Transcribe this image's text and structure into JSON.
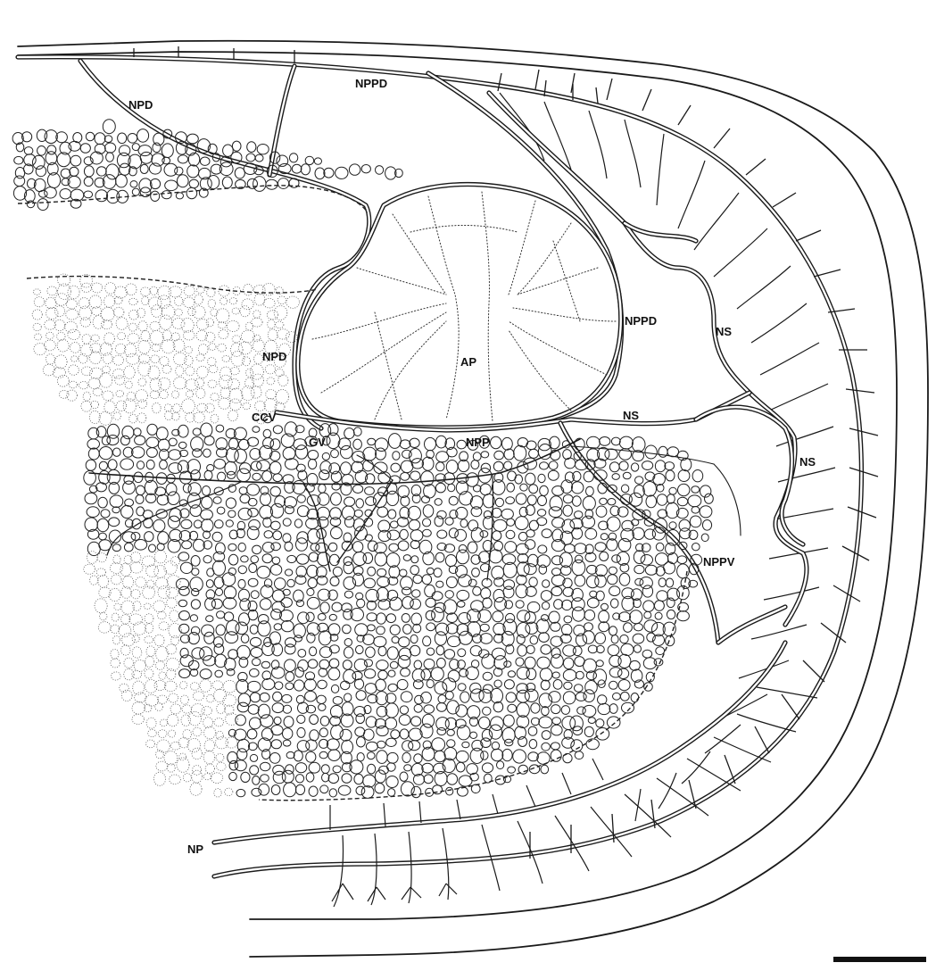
{
  "labels": {
    "npd_top": "NPD",
    "nppd_top": "NPPD",
    "nppd_mid": "NPPD",
    "npd_mid": "NPD",
    "ap": "AP",
    "ns_1": "NS",
    "ns_2": "NS",
    "ns_3": "NS",
    "ccv": "CCV",
    "gv": "GV",
    "npp": "NPP",
    "nppv": "NPPV",
    "np": "NP"
  },
  "scale_bar": {
    "color": "#111111"
  },
  "colors": {
    "line": "#1a1a1a",
    "background": "#ffffff"
  }
}
